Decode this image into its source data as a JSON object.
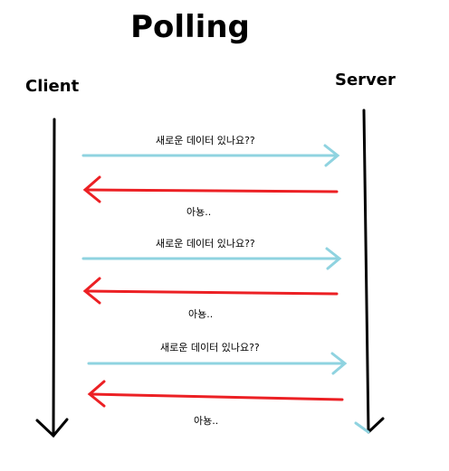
{
  "diagram": {
    "title": "Polling",
    "client_label": "Client",
    "server_label": "Server",
    "colors": {
      "request": "#8fd3e0",
      "response": "#ec2024",
      "lifeline": "#000000"
    },
    "exchanges": [
      {
        "request": "새로운 데이터 있나요??",
        "response": "아뇽.."
      },
      {
        "request": "새로운 데이터 있나요??",
        "response": "아뇽.."
      },
      {
        "request": "새로운 데이터 있나요??",
        "response": "아뇽.."
      }
    ]
  }
}
